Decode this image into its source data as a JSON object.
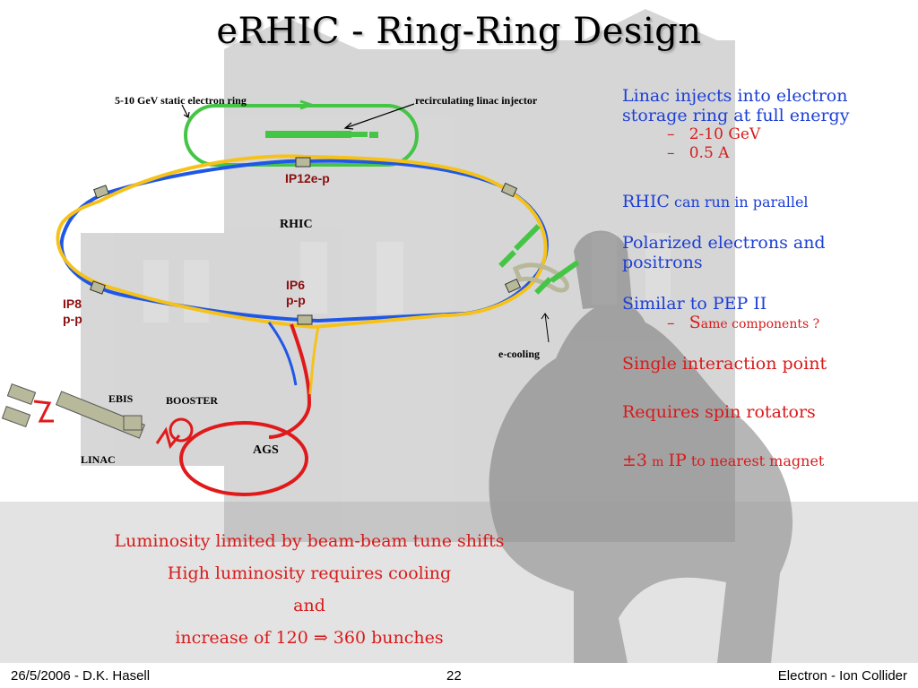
{
  "slide": {
    "title": "eRHIC - Ring-Ring Design",
    "page_number": "22",
    "footer_left": "26/5/2006 - D.K. Hasell",
    "footer_right": "Electron - Ion Collider"
  },
  "diagram": {
    "labels": {
      "electron_ring": "5-10 GeV static electron ring",
      "linac_injector": "recirculating linac injector",
      "ip12": "IP12e-p",
      "rhic": "RHIC",
      "ip6": "IP6 p-p",
      "ip8": "IP8 p-p",
      "e_cooling": "e-cooling",
      "ebis": "EBIS",
      "booster": "BOOSTER",
      "ags": "AGS",
      "linac": "LINAC"
    },
    "colors": {
      "electron_ring": "#45c545",
      "blue_ring": "#1f57e6",
      "yellow_ring": "#f6c21a",
      "injector": "#e01a1a",
      "magnet": "#b8b89a"
    }
  },
  "right_panel": {
    "line1": "Linac injects into electron storage ring at full energy",
    "sub1": "2-10 GeV",
    "sub2": "0.5 A",
    "rhic_word": "RHIC",
    "rhic_rest": "can run in parallel",
    "polarized": "Polarized electrons and positrons",
    "similar": "Similar to PEP II",
    "same_S": "S",
    "same_rest": "ame components ?",
    "single": "Single interaction point",
    "spin": "Requires spin rotators",
    "pm_prefix": "±3",
    "pm_unit": "m",
    "pm_ip": "IP",
    "pm_rest": "to nearest magnet"
  },
  "bottom_text": {
    "line1": "Luminosity limited by beam-beam tune shifts",
    "line2": "High luminosity requires cooling",
    "line3": "and",
    "line4_pre": "increase of 120",
    "line4_arrow": "⇒",
    "line4_post": "360 bunches"
  }
}
